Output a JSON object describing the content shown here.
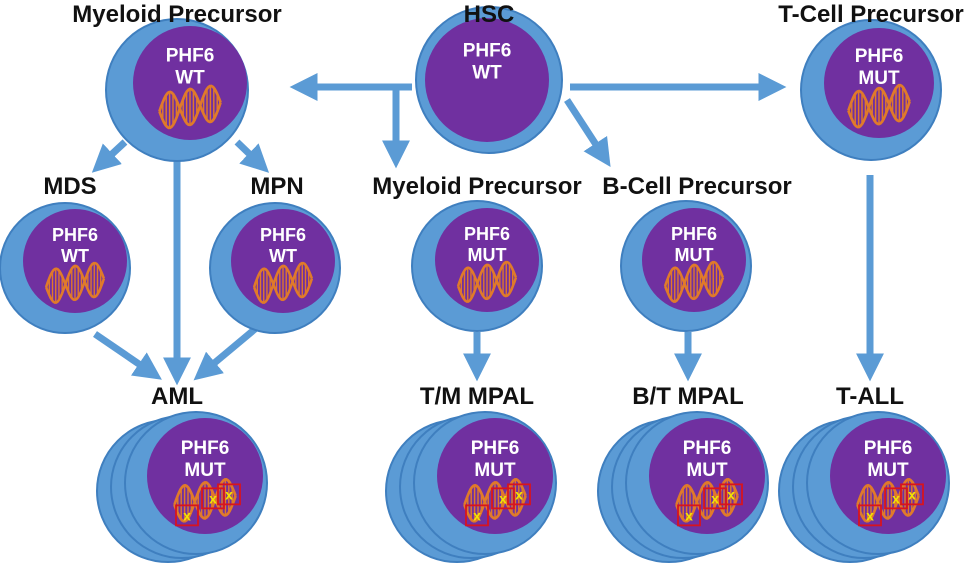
{
  "colors": {
    "outer_cell": "#5b9bd5",
    "outer_stroke": "#3f7fbf",
    "nucleus": "#7030a0",
    "dna": "#e07a2a",
    "arrow": "#5b9bd5",
    "mutation_box": "#d8141e",
    "mutation_mark": "#f2e500"
  },
  "labels": {
    "hsc": "HSC",
    "myeloid_top": "Myeloid Precursor",
    "tcell_top": "T-Cell Precursor",
    "mds": "MDS",
    "mpn": "MPN",
    "myeloid_mid": "Myeloid Precursor",
    "bcell_mid": "B-Cell Precursor",
    "aml": "AML",
    "tm_mpal": "T/M MPAL",
    "bt_mpal": "B/T MPAL",
    "t_all": "T-ALL"
  },
  "cells": {
    "hsc": {
      "gene": "PHF6",
      "status": "WT"
    },
    "myeloid_top": {
      "gene": "PHF6",
      "status": "WT"
    },
    "tcell_top": {
      "gene": "PHF6",
      "status": "MUT"
    },
    "mds": {
      "gene": "PHF6",
      "status": "WT"
    },
    "mpn": {
      "gene": "PHF6",
      "status": "WT"
    },
    "myeloid_mid": {
      "gene": "PHF6",
      "status": "MUT"
    },
    "bcell_mid": {
      "gene": "PHF6",
      "status": "MUT"
    },
    "aml": {
      "gene": "PHF6",
      "status": "MUT"
    },
    "tm_mpal": {
      "gene": "PHF6",
      "status": "MUT"
    },
    "bt_mpal": {
      "gene": "PHF6",
      "status": "MUT"
    },
    "t_all": {
      "gene": "PHF6",
      "status": "MUT"
    }
  },
  "mutation_mark": "x",
  "icons": {
    "cell": "cell-icon",
    "dna": "dna-helix-icon",
    "mutation": "mutation-mark-icon",
    "arrow": "arrow-icon"
  }
}
